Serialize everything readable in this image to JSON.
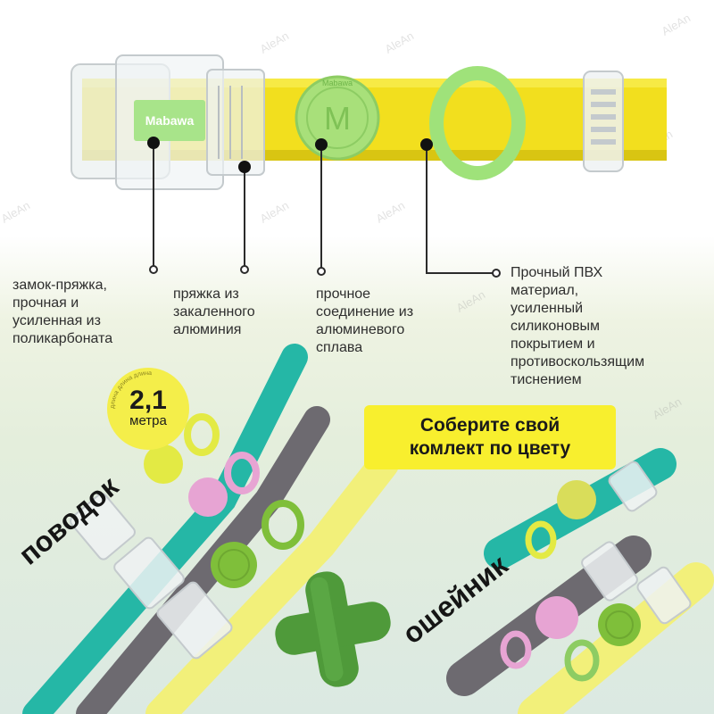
{
  "product": {
    "buckle_logo": "Mabawa",
    "connector_logo": "Mabawa",
    "connector_letter": "M"
  },
  "callouts": [
    {
      "lines": [
        "замок-пряжка,",
        "прочная и",
        "усиленная  из",
        "поликарбоната"
      ]
    },
    {
      "lines": [
        "пряжка из",
        "закаленного",
        "алюминия"
      ]
    },
    {
      "lines": [
        "прочное",
        "соединение из",
        "алюминевого",
        "сплава"
      ]
    },
    {
      "lines": [
        "Прочный ПВХ",
        "материал,",
        "усиленный",
        "силиконовым",
        "покрытием и",
        "противоскользящим",
        "тиснением"
      ]
    }
  ],
  "length_badge": {
    "value": "2,1",
    "unit": "метра",
    "ring_text": "длина длина длина"
  },
  "banner": {
    "lines": [
      "Соберите свой",
      "комлект по цвету"
    ]
  },
  "labels": {
    "leash": "поводок",
    "collar": "ошейник"
  },
  "watermark": "AleAn",
  "colors": {
    "yellow_strap": "#f2df1e",
    "green_accent": "#9fe27a",
    "teal_strap": "#25b7a6",
    "gray_strap": "#6d6a70",
    "pink_accent": "#e7a4d3",
    "light_yellow_strap": "#f2f07a",
    "olive_accent": "#7fbf3a",
    "banner_yellow": "#f8ef2e",
    "badge_yellow": "#f4ee4a"
  }
}
